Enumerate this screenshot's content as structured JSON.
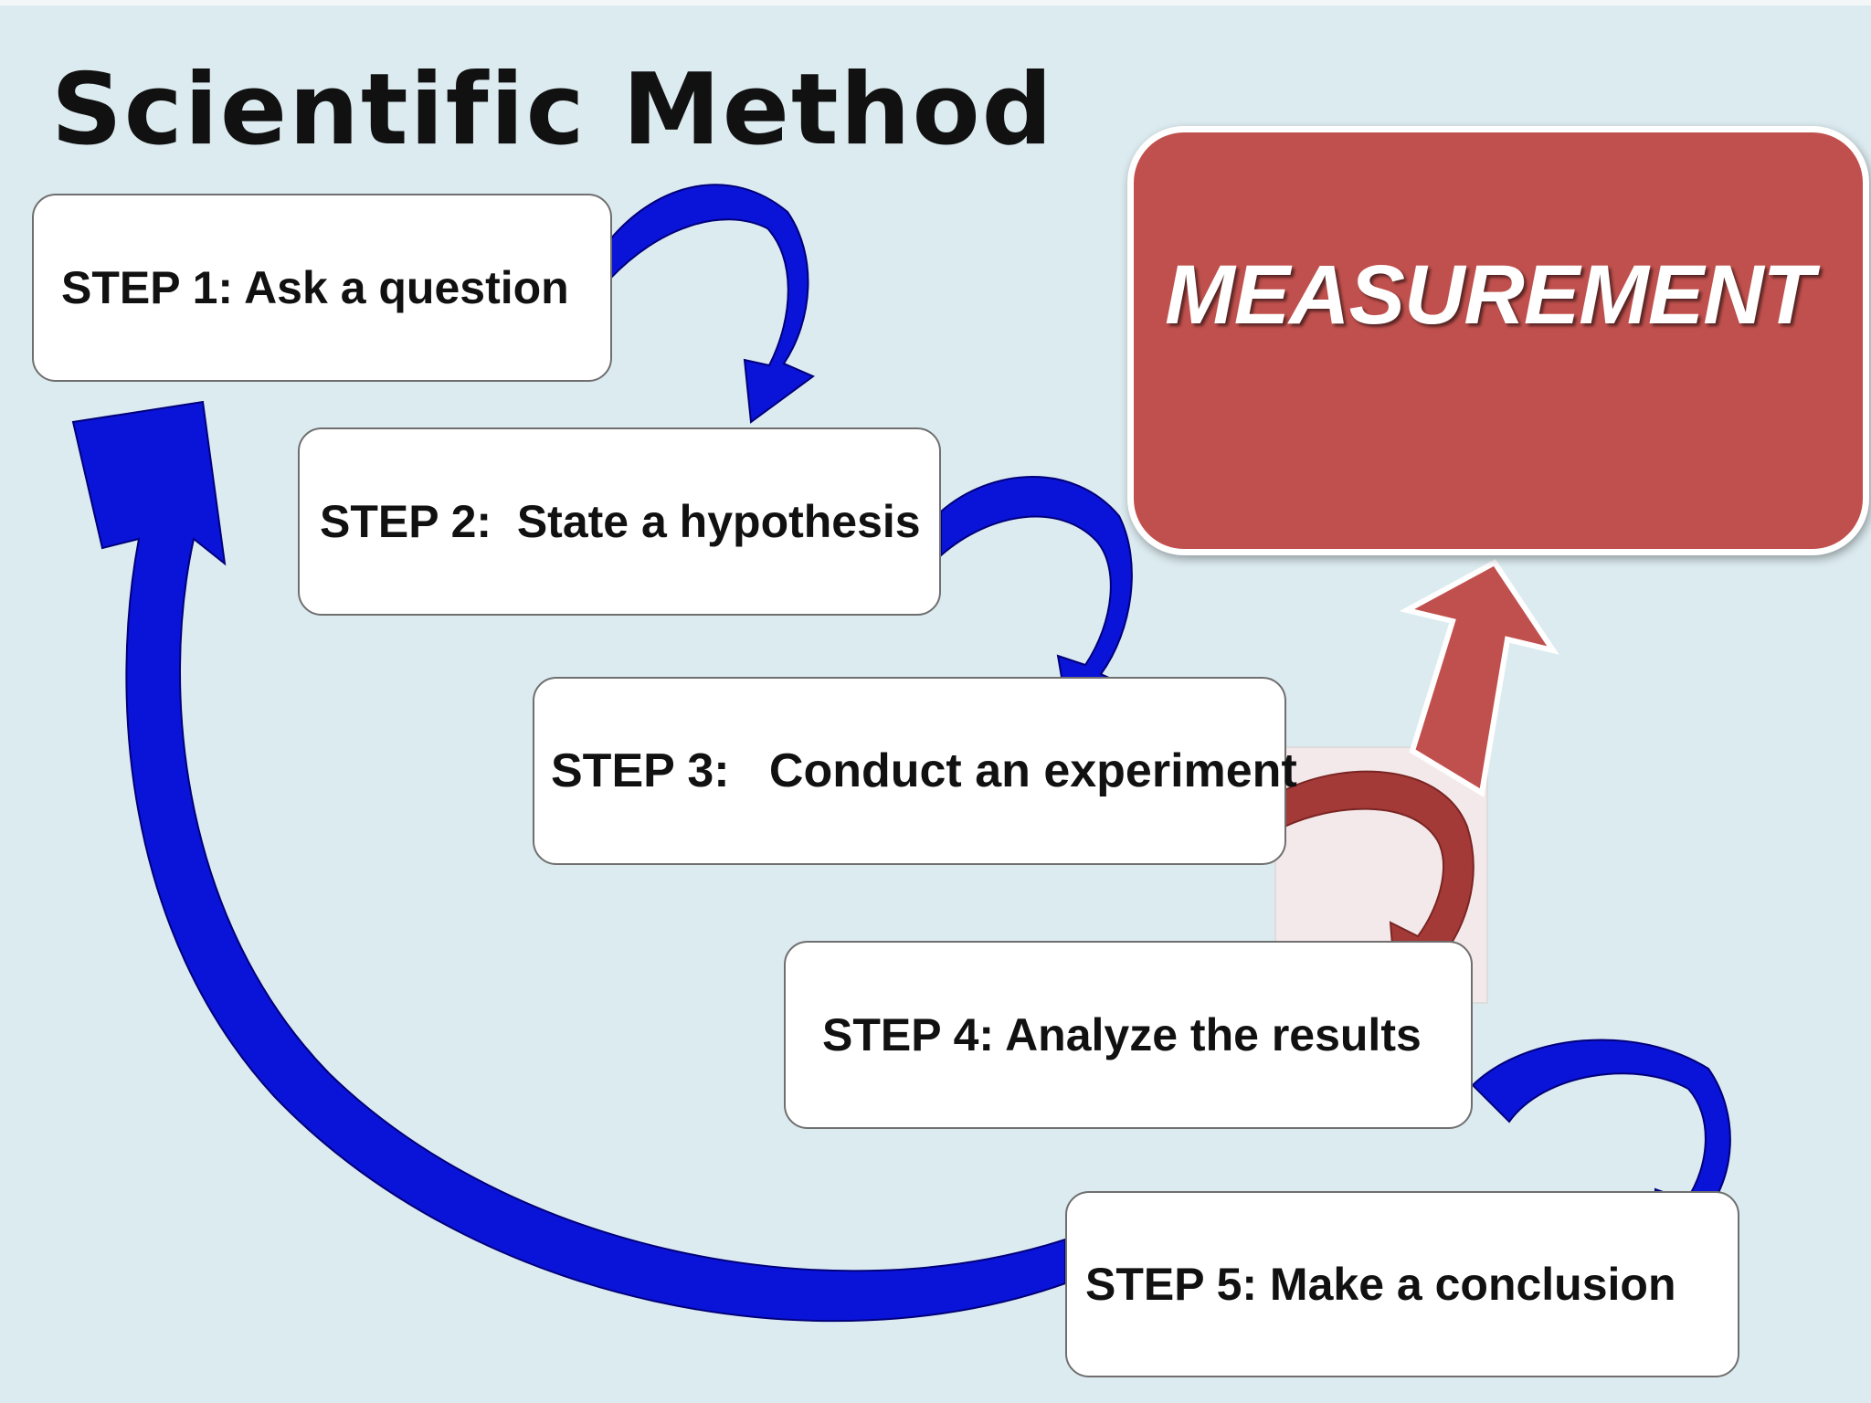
{
  "title": "Scientific Method",
  "steps": [
    {
      "label": "STEP 1: Ask a question"
    },
    {
      "label": "STEP 2:  State a hypothesis"
    },
    {
      "label": "STEP 3:   Conduct an experiment"
    },
    {
      "label": "STEP 4: Analyze the results"
    },
    {
      "label": "STEP 5: Make a conclusion"
    }
  ],
  "callout": {
    "label": "MEASUREMENT"
  },
  "colors": {
    "background": "#dcebf0",
    "cycle_arrow": "#0a14d8",
    "measurement_fill": "#c0504d",
    "measurement_arrow": "#a33a38"
  }
}
